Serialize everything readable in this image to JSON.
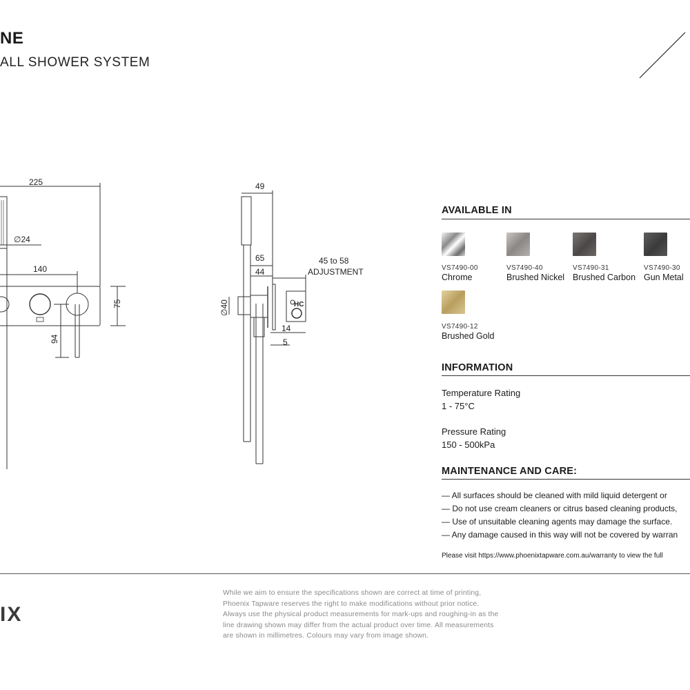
{
  "header": {
    "title": "NE",
    "subtitle": "ALL SHOWER SYSTEM"
  },
  "drawing": {
    "dims": {
      "d225": "225",
      "d24": "∅24",
      "d140": "140",
      "d75": "75",
      "d94": "94",
      "d49": "49",
      "d65": "65",
      "d44": "44",
      "d40": "∅40",
      "adj1": "45 to 58",
      "adj2": "ADJUSTMENT",
      "d14": "14",
      "d5": "5",
      "hc": "HC"
    }
  },
  "available": {
    "heading": "AVAILABLE IN",
    "finishes": [
      {
        "code": "VS7490-00",
        "name": "Chrome",
        "color": "#cfcfcf"
      },
      {
        "code": "VS7490-40",
        "name": "Brushed Nickel",
        "color": "#9a9896"
      },
      {
        "code": "VS7490-31",
        "name": "Brushed Carbon",
        "color": "#5a5756"
      },
      {
        "code": "VS7490-30",
        "name": "Gun Metal",
        "color": "#4a4a4a"
      },
      {
        "code": "VS7490-12",
        "name": "Brushed Gold",
        "color": "#c8b27a"
      }
    ]
  },
  "information": {
    "heading": "INFORMATION",
    "temp_label": "Temperature Rating",
    "temp_value": "1 - 75°C",
    "pressure_label": "Pressure Rating",
    "pressure_value": "150 - 500kPa"
  },
  "maintenance": {
    "heading": "MAINTENANCE AND CARE:",
    "items": [
      "— All surfaces should be cleaned with mild liquid detergent or",
      "— Do not use cream cleaners or citrus based cleaning products,",
      "— Use of unsuitable cleaning agents may damage the surface.",
      "— Any damage caused in this way will not be covered by warran"
    ],
    "note": "Please visit https://www.phoenixtapware.com.au/warranty to view the full"
  },
  "footer": {
    "brand": "IX",
    "disclaimer": [
      "While we aim to ensure the specifications shown are correct at time of printing,",
      "Phoenix Tapware reserves the right to make modifications without prior notice.",
      "Always use the physical product measurements for mark-ups and roughing-in as the",
      "line drawing shown may differ from the actual product over time. All measurements",
      "are shown in millimetres. Colours may vary from image shown."
    ]
  }
}
